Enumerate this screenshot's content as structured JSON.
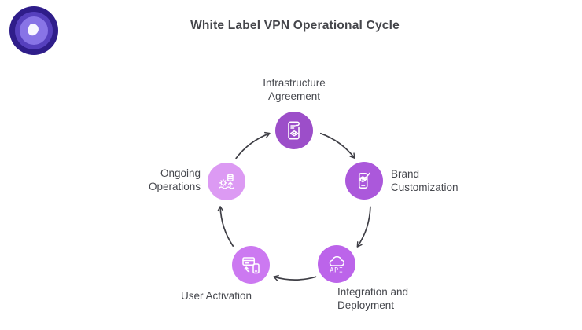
{
  "header": {
    "title": "White Label VPN Operational Cycle"
  },
  "logo": {
    "colors": {
      "outer": "#2f1d8a",
      "mid": "#5640be",
      "inner": "#8874e6",
      "core": "#f8f7ff"
    }
  },
  "cycle": {
    "direction": "clockwise",
    "arrow_color": "#3f3f46",
    "nodes": [
      {
        "id": "infrastructure-agreement",
        "lines": [
          "Infrastructure",
          "Agreement"
        ],
        "icon": "contract-handshake-icon",
        "color": "#9c4ec9"
      },
      {
        "id": "brand-customization",
        "lines": [
          "Brand",
          "Customization"
        ],
        "icon": "phone-paintbrush-icon",
        "color": "#ab58db"
      },
      {
        "id": "integration-deployment",
        "lines": [
          "Integration and",
          "Deployment"
        ],
        "icon": "cloud-api-icon",
        "color": "#bc64ea",
        "api_label": "API"
      },
      {
        "id": "user-activation",
        "lines": [
          "User Activation"
        ],
        "icon": "card-phone-sync-icon",
        "color": "#cc79f1"
      },
      {
        "id": "ongoing-operations",
        "lines": [
          "Ongoing",
          "Operations"
        ],
        "icon": "gear-database-growth-icon",
        "color": "#dc9af3"
      }
    ]
  }
}
